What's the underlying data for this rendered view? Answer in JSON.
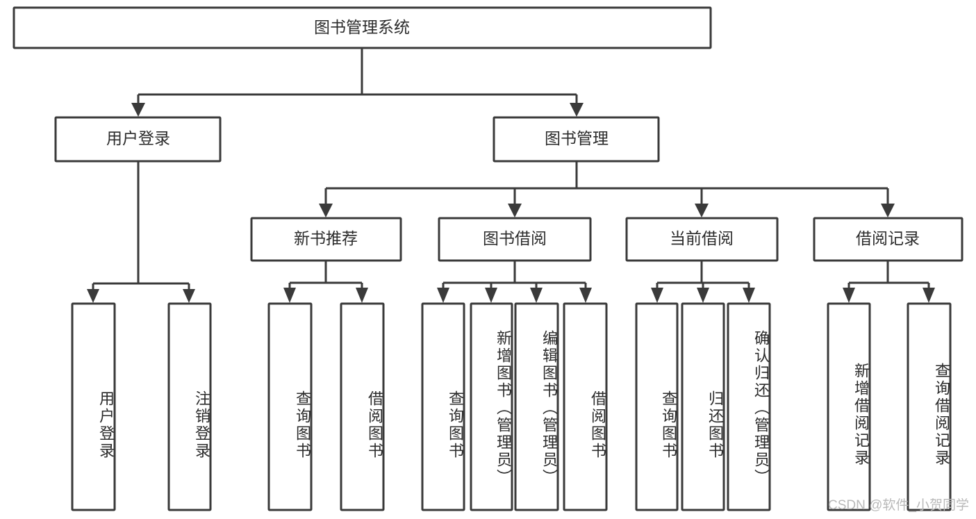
{
  "diagram": {
    "title": "图书管理系统",
    "type": "tree-hierarchy",
    "watermark": "CSDN @软件_小贺同学",
    "colors": {
      "stroke": "#3a3a3a",
      "fill": "#ffffff",
      "text": "#2b2b2b",
      "watermark": "#b9b9b9"
    },
    "root": {
      "label": "图书管理系统"
    },
    "level2": [
      {
        "label": "用户登录"
      },
      {
        "label": "图书管理"
      }
    ],
    "level3": [
      {
        "label": "新书推荐"
      },
      {
        "label": "图书借阅"
      },
      {
        "label": "当前借阅"
      },
      {
        "label": "借阅记录"
      }
    ],
    "leaves": {
      "user_login": [
        {
          "label": "用户登录"
        },
        {
          "label": "注销登录"
        }
      ],
      "new_book_recommend": [
        {
          "label": "查询图书"
        },
        {
          "label": "借阅图书"
        }
      ],
      "book_borrow": [
        {
          "label": "查询图书"
        },
        {
          "label": "新增图书（管理员）"
        },
        {
          "label": "编辑图书（管理员）"
        },
        {
          "label": "借阅图书"
        }
      ],
      "current_borrow": [
        {
          "label": "查询图书"
        },
        {
          "label": "归还图书"
        },
        {
          "label": "确认归还（管理员）"
        }
      ],
      "borrow_record": [
        {
          "label": "新增借阅记录"
        },
        {
          "label": "查询借阅记录"
        }
      ]
    }
  }
}
